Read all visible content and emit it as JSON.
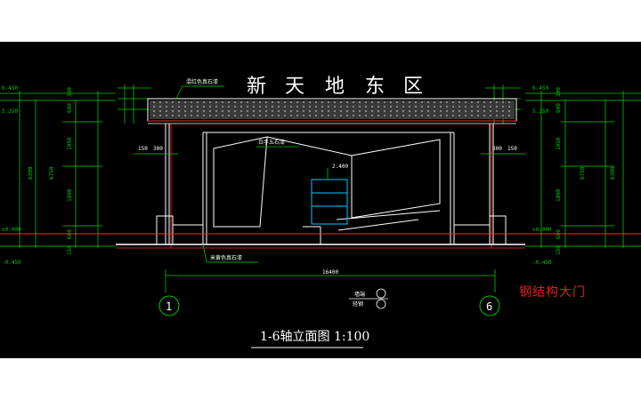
{
  "colors": {
    "background": "#000000",
    "page": "#ffffff",
    "axis": "#ff2a2a",
    "dimension": "#00c800",
    "outline": "#ffffff",
    "accent": "#00c8ff",
    "label": "#e0201d"
  },
  "signboard": {
    "characters": [
      "新",
      "天",
      "地",
      "东",
      "区"
    ]
  },
  "notes": {
    "roof_finish": "混红色真石漆",
    "wall_finish": "白手五石漆",
    "base_finish": "米黄色真石漆",
    "signboard_elev": "2.400",
    "scale_top": "墙端",
    "scale_bottom": "轻钢"
  },
  "elevations": {
    "top_left": "6.450",
    "top_right": "6.450",
    "left_a": "5.250",
    "right_a": "5.250",
    "bottom_left": "±0.000",
    "bottom_left_2": "-0.450",
    "bottom_right": "±0.000",
    "bottom_right_2": "-0.450"
  },
  "dims": {
    "total_span": "16400",
    "left_chain": [
      "300",
      "600",
      "1050",
      "1800",
      "600",
      "150"
    ],
    "left_total": "6750",
    "left_overall": "6300",
    "right_chain": [
      "300",
      "600",
      "1050",
      "1800",
      "600",
      "150"
    ],
    "right_total": "6750",
    "right_overall": "6300",
    "col_left": [
      "150",
      "300"
    ],
    "col_right": [
      "300",
      "150"
    ]
  },
  "axes": {
    "left": "1",
    "right": "6"
  },
  "drawing_title": "1-6轴立面图 1:100",
  "watermark": "钢结构大门"
}
